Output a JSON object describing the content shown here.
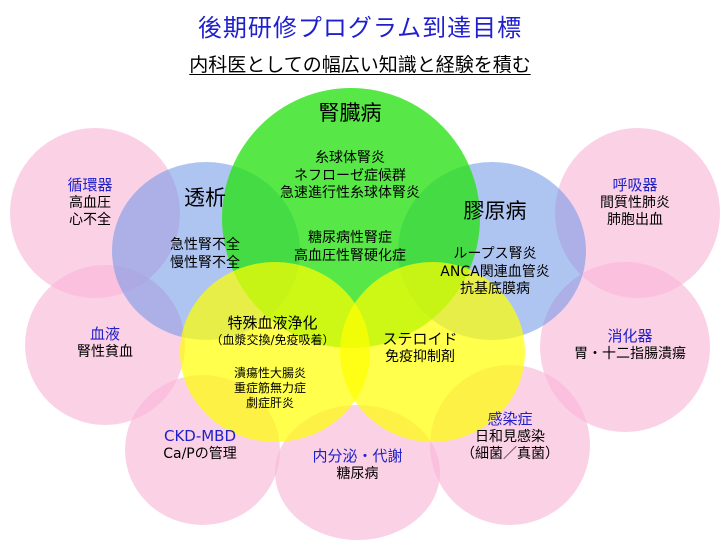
{
  "title": "後期研修プログラム到達目標",
  "subtitle": "内科医としての幅広い知識と経験を積む",
  "center": {
    "kidney": {
      "name": "腎臓病",
      "items": [
        "糸球体腎炎",
        "ネフローゼ症候群",
        "急速進行性糸球体腎炎",
        "糖尿病性腎症",
        "高血圧性腎硬化症"
      ]
    },
    "dialysis": {
      "name": "透析",
      "items": [
        "急性腎不全",
        "慢性腎不全"
      ]
    },
    "collagen": {
      "name": "膠原病",
      "items": [
        "ループス腎炎",
        "ANCA関連血管炎",
        "抗基底膜病"
      ]
    },
    "blood_purification": {
      "name": "特殊血液浄化",
      "note": "（血漿交換/免疫吸着）",
      "items": [
        "潰瘍性大腸炎",
        "重症筋無力症",
        "劇症肝炎"
      ]
    },
    "steroid": {
      "name": "ステロイド",
      "items": [
        "免疫抑制剤"
      ]
    }
  },
  "outer": {
    "cardio": {
      "name": "循環器",
      "items": [
        "高血圧",
        "心不全"
      ]
    },
    "respiratory": {
      "name": "呼吸器",
      "items": [
        "間質性肺炎",
        "肺胞出血"
      ]
    },
    "blood": {
      "name": "血液",
      "items": [
        "腎性貧血"
      ]
    },
    "digestive": {
      "name": "消化器",
      "items": [
        "胃・十二指腸潰瘍"
      ]
    },
    "ckd": {
      "name": "CKD-MBD",
      "items": [
        "Ca/Pの管理"
      ]
    },
    "infection": {
      "name": "感染症",
      "items": [
        "日和見感染",
        "（細菌／真菌）"
      ]
    },
    "endocrine": {
      "name": "内分泌・代謝",
      "items": [
        "糖尿病"
      ]
    }
  },
  "colors": {
    "outer_pink": "#f8b4d6",
    "blue": "#6e96e6",
    "green": "#28e114",
    "yellow": "#ffff00",
    "heading_blue": "#1f1fd0"
  }
}
